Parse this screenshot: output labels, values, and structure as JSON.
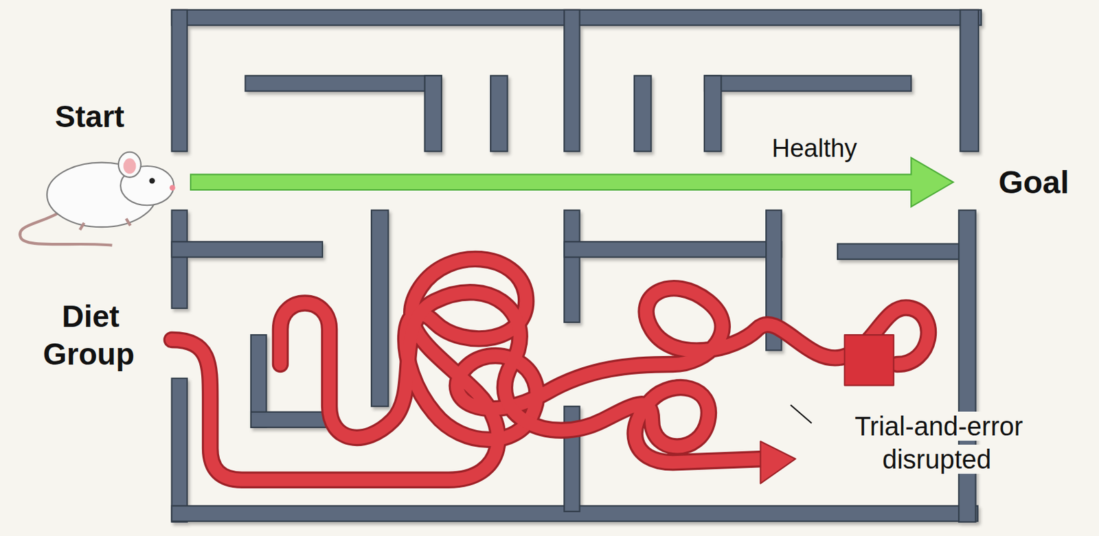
{
  "diagram": {
    "labels": [
      "Start",
      "Healthy",
      "Goal",
      "Diet Group",
      "Trial-and-error disrupted"
    ]
  }
}
